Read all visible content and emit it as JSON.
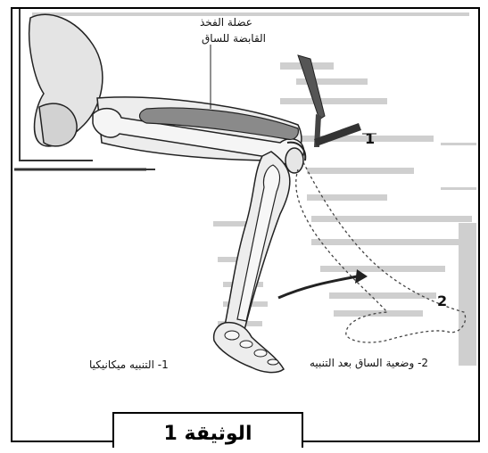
{
  "labels": {
    "muscle_line1": "عضلة الفخذ",
    "muscle_line2": "القابضة للساق",
    "marker_1": "1",
    "marker_2": "2",
    "caption_1": "1- التنبيه ميكانيكيا",
    "caption_2": "2- وضعية الساق بعد التنبيه"
  },
  "document": {
    "title": "الوثيقة 1"
  },
  "colors": {
    "ink": "#111111",
    "bone_fill": "#e6e6e6",
    "muscle_fill": "#8a8a8a",
    "scan_text": "#c8c8c8"
  }
}
